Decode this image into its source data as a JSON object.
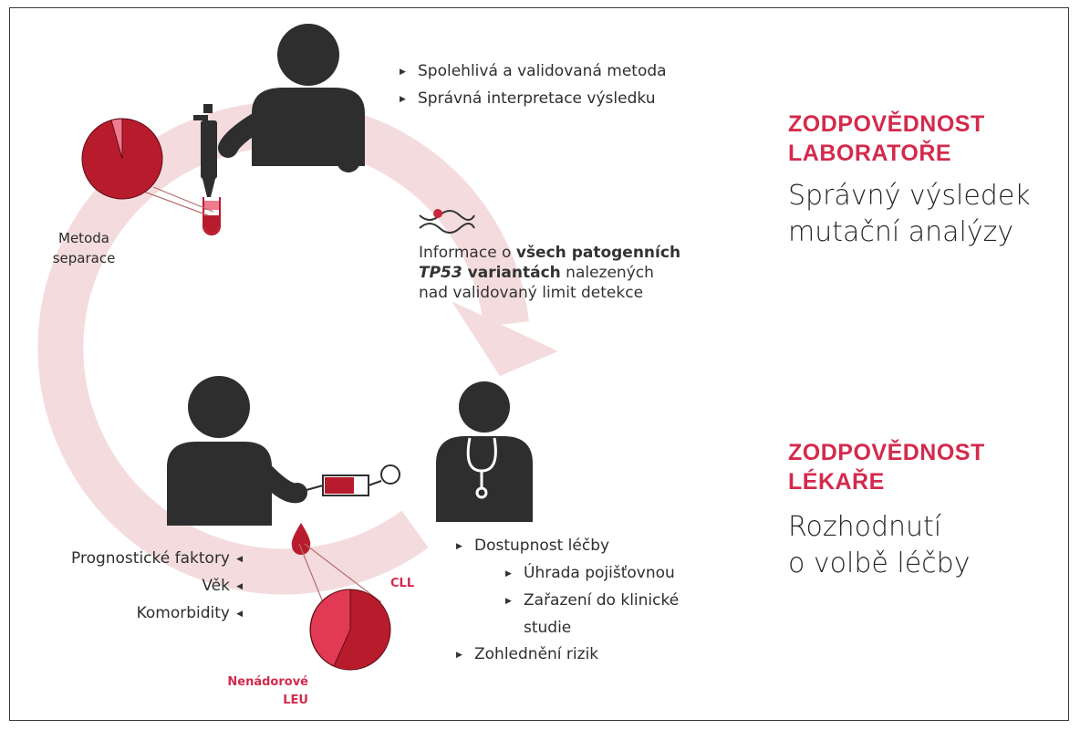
{
  "lab_bullets": [
    "Spolehlivá a validovaná metoda",
    "Správná interpretace výsledku"
  ],
  "lab_heading": [
    "ZODPOVĚDNOST",
    "LABORATOŘE"
  ],
  "lab_result": [
    "Správný výsledek",
    "mutační analýzy"
  ],
  "method_label": [
    "Metoda",
    "separace"
  ],
  "info": {
    "prefix": "Informace o ",
    "bold1": "všech patogenních",
    "italic": "TP53",
    "bold2": " variantách",
    "suffix1": " nalezených",
    "line3": "nad validovaný limit detekce"
  },
  "doctor_heading": [
    "ZODPOVĚDNOST",
    "LÉKAŘE"
  ],
  "doctor_decision": [
    "Rozhodnutí",
    "o volbě léčby"
  ],
  "patient_factors": [
    "Prognostické faktory",
    "Věk",
    "Komorbidity"
  ],
  "treatment": {
    "item1": "Dostupnost léčby",
    "sub1": "Úhrada pojišťovnou",
    "sub2a": "Zařazení do klinické",
    "sub2b": "studie",
    "item2": "Zohlednění rizik"
  },
  "pie_labels": {
    "cll": "CLL",
    "nonleu_1": "Nenádorové",
    "nonleu_2": "LEU"
  },
  "colors": {
    "dark_red": "#b81c2c",
    "pink_red": "#e23a55",
    "accent": "#d42a4c",
    "figure": "#2e2e2e",
    "cycle_arrow": "#f4dcde"
  },
  "icons": [
    "person-lab-icon",
    "pipette-icon",
    "test-tube-icon",
    "dna-icon",
    "patient-icon",
    "syringe-icon",
    "blood-drop-icon",
    "doctor-icon",
    "stethoscope-icon",
    "pie-chart-icon"
  ]
}
